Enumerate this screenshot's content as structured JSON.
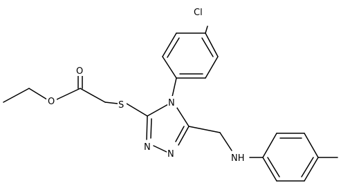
{
  "atoms": {
    "chlorine": "Cl",
    "carbonyl_oxygen": "O",
    "ester_oxygen": "O",
    "sulfur": "S",
    "triazole_n4": "N",
    "triazole_n1": "N",
    "triazole_n2": "N",
    "amine": "NH"
  },
  "colors": {
    "bond": "#000000",
    "label": "#000000",
    "background": "#ffffff"
  }
}
